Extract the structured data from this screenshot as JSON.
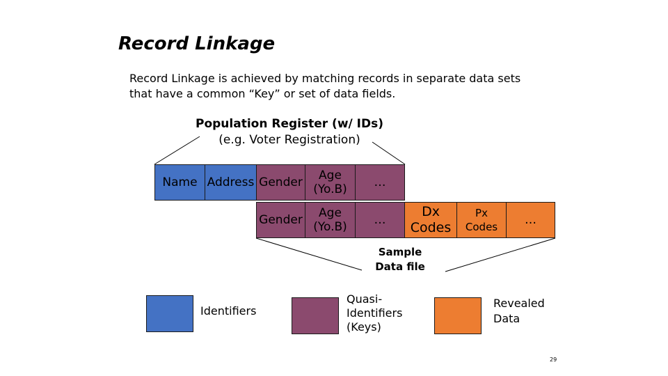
{
  "slide": {
    "title": "Record Linkage",
    "intro_line1": "Record Linkage is achieved by matching records in separate data sets",
    "intro_line2": "that have a common “Key” or set of data fields.",
    "page_number": "29"
  },
  "register": {
    "title": "Population Register (w/ IDs)",
    "subtitle": "(e.g. Voter Registration)",
    "fields": {
      "name": "Name",
      "address": "Address",
      "gender": "Gender",
      "age_line1": "Age",
      "age_line2": "(Yo.B)",
      "more": "…"
    }
  },
  "sample": {
    "label_line1": "Sample",
    "label_line2": "Data file",
    "fields": {
      "gender": "Gender",
      "age_line1": "Age",
      "age_line2": "(Yo.B)",
      "more": "…",
      "dx_line1": "Dx",
      "dx_line2": "Codes",
      "px_line1": "Px",
      "px_line2": "Codes",
      "more2": "…"
    }
  },
  "legend": {
    "identifiers": "Identifiers",
    "quasi_line1": "Quasi-",
    "quasi_line2": "Identifiers",
    "quasi_line3": "(Keys)",
    "revealed_line1": "Revealed",
    "revealed_line2": "Data"
  },
  "colors": {
    "identifier": "#4472c4",
    "quasi_identifier": "#8b4a6e",
    "revealed": "#ed7d31"
  }
}
